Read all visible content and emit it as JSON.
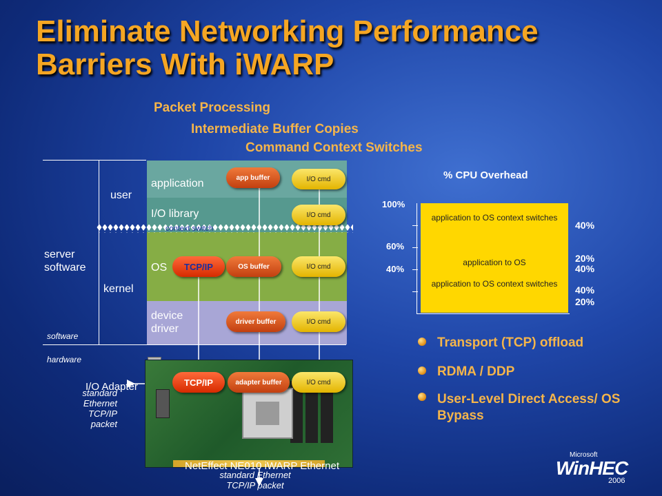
{
  "title": "Eliminate Networking Performance Barriers With iWARP",
  "subtitles": [
    "Packet Processing",
    "Intermediate Buffer Copies",
    "Command Context Switches"
  ],
  "diagram": {
    "col1_server_software": "server software",
    "col2_user": "user",
    "col2_kernel": "kernel",
    "software_label": "software",
    "hardware_label": "hardware",
    "layers": [
      "application",
      "I/O library",
      "OS",
      "device driver"
    ],
    "context_switch": "context switch",
    "pills": {
      "app_buffer": "app buffer",
      "os_buffer": "OS buffer",
      "driver_buffer": "driver buffer",
      "adapter_buffer": "adapter buffer",
      "io_cmd": "I/O cmd",
      "tcpip": "TCP/IP"
    },
    "io_adapter": "I/O Adapter",
    "std_packet_left": "standard Ethernet TCP/IP packet",
    "std_packet_bottom": "standard Ethernet TCP/IP packet",
    "card_caption": "NetEffect NE010 iWARP Ethernet"
  },
  "chart_data": {
    "type": "bar",
    "title": "% CPU Overhead",
    "ytick_labels": [
      "100%",
      "60%",
      "40%"
    ],
    "segments": [
      {
        "label": "application to OS context switches",
        "value": 40
      },
      {
        "label": "application to OS",
        "value": 20
      },
      {
        "label": "application to OS context switches",
        "value": 40
      }
    ],
    "right_labels": [
      "40%",
      "20%",
      "40%",
      "40%",
      "20%"
    ],
    "color": "#ffd700"
  },
  "bullets": [
    "Transport (TCP) offload",
    "RDMA / DDP",
    "User-Level Direct Access/ OS Bypass"
  ],
  "logo": {
    "brand": "Microsoft",
    "name": "WinHEC",
    "year": "2006"
  }
}
